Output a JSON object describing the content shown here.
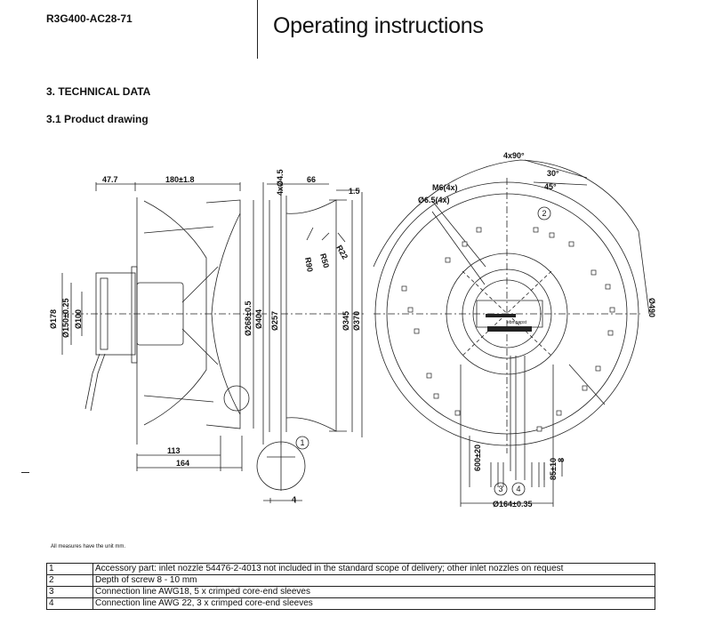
{
  "header": {
    "model": "R3G400-AC28-71",
    "title": "Operating instructions"
  },
  "section": {
    "heading": "3. TECHNICAL DATA",
    "subheading": "3.1 Product drawing"
  },
  "drawing": {
    "side_view": {
      "dims": [
        "47.7",
        "180±1.8",
        "113",
        "164",
        "Ø178",
        "Ø150±0.25",
        "Ø100",
        "Ø268±0.5",
        "Ø404"
      ]
    },
    "nozzle_view": {
      "dims": [
        "4xØ4.5",
        "66",
        "1.5",
        "R90",
        "R50",
        "R22",
        "Ø257",
        "Ø345",
        "Ø370",
        "4"
      ]
    },
    "front_view": {
      "dims": [
        "4x90°",
        "30°",
        "45°",
        "M6(4x)",
        "Ø6.5(4x)",
        "Ø490",
        "600±20",
        "85±10",
        "8",
        "Ø164±0.35"
      ],
      "callouts": [
        "1",
        "2",
        "3",
        "4"
      ],
      "hub_label": "ebmpapst"
    }
  },
  "note": "All measures have the unit mm.",
  "legend": [
    {
      "num": "1",
      "text": "Accessory part: inlet nozzle 54476-2-4013 not included in the standard scope of delivery; other inlet nozzles on request"
    },
    {
      "num": "2",
      "text": "Depth of screw 8 - 10 mm"
    },
    {
      "num": "3",
      "text": "Connection line AWG18, 5 x crimped core-end sleeves"
    },
    {
      "num": "4",
      "text": "Connection line AWG 22, 3 x crimped core-end sleeves"
    }
  ]
}
